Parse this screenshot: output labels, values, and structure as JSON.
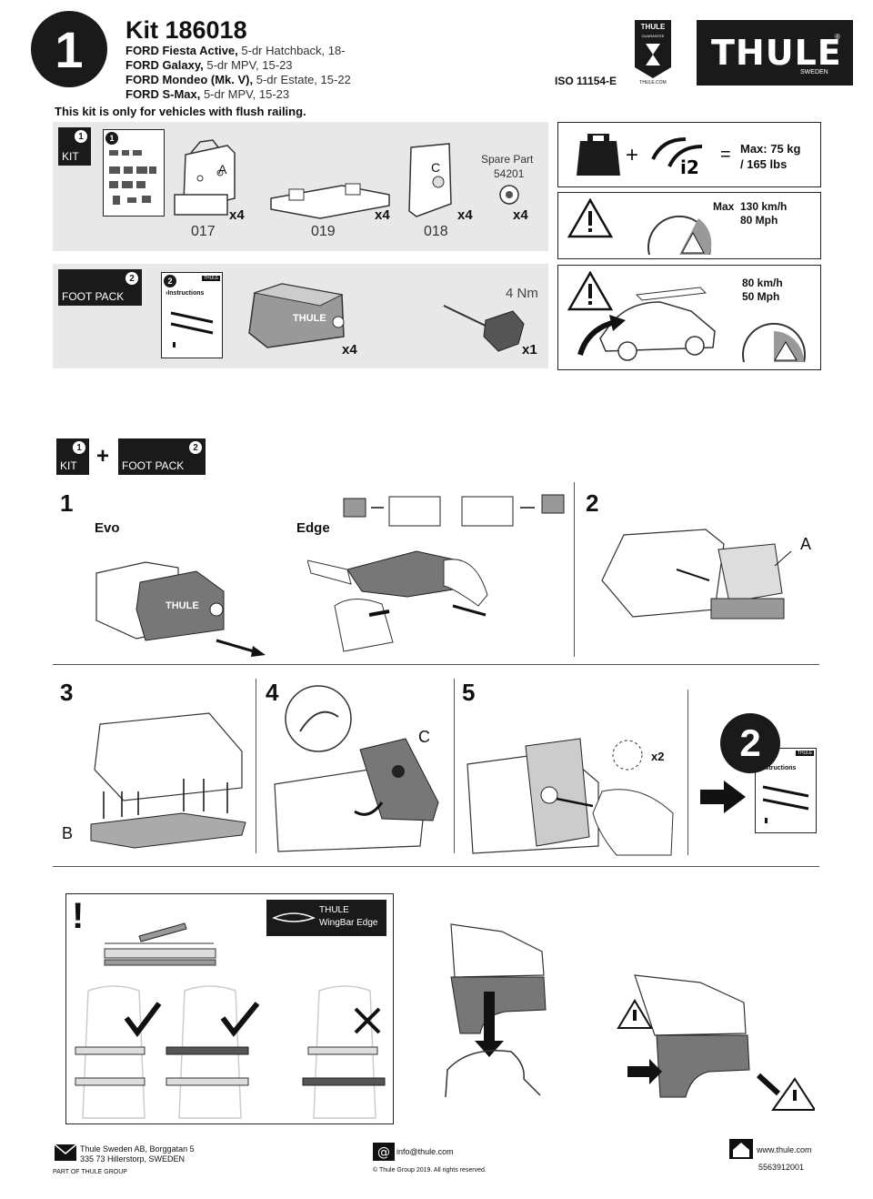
{
  "header": {
    "step_number": "1",
    "kit_title": "Kit 186018",
    "vehicles": [
      {
        "model": "FORD Fiesta Active,",
        "detail": " 5-dr Hatchback, 18-"
      },
      {
        "model": "FORD Galaxy,",
        "detail": " 5-dr MPV, 15-23"
      },
      {
        "model": "FORD Mondeo (Mk. V),",
        "detail": " 5-dr Estate, 15-22"
      },
      {
        "model": "FORD S-Max,",
        "detail": " 5-dr MPV, 15-23"
      }
    ],
    "flush_note": "This kit is only for vehicles with flush railing.",
    "iso": "ISO 11154-E",
    "guarantee_brand": "THULE",
    "guarantee_text": "GUARANTEE",
    "guarantee_url": "THULE.COM",
    "logo_text": "THULE",
    "logo_sub": "SWEDEN",
    "logo_reg": "®"
  },
  "kit_panel": {
    "badge_label": "KIT",
    "badge_num": "1",
    "parts": [
      {
        "letter": "A",
        "qty": "x4",
        "code": "017"
      },
      {
        "letter": "",
        "qty": "x4",
        "code": "019"
      },
      {
        "letter": "C",
        "qty": "x4",
        "code": "018"
      }
    ],
    "spare_label": "Spare Part",
    "spare_code": "54201",
    "spare_qty": "x4"
  },
  "foot_panel": {
    "badge_label": "FOOT PACK",
    "badge_num": "2",
    "instructions_num": "2",
    "instructions_label": "›Instructions",
    "instructions_brand": "THULE",
    "foot_brand": "THULE",
    "foot_qty": "x4",
    "torque": "4 Nm",
    "tool_qty": "x1"
  },
  "specs": {
    "load_text": "Max: 75 kg\n/ 165 lbs",
    "speed_label": "Max",
    "speed_values": "130 km/h\n80 Mph",
    "wash_values": "80 km/h\n50 Mph"
  },
  "combo": {
    "kit_label": "KIT",
    "kit_num": "1",
    "plus": "+",
    "foot_label": "FOOT PACK",
    "foot_num": "2"
  },
  "steps": {
    "s1": "1",
    "evo": "Evo",
    "edge": "Edge",
    "s2": "2",
    "a_label": "A",
    "s3": "3",
    "b_label": "B",
    "s4": "4",
    "c_label": "C",
    "s5": "5",
    "x2": "x2",
    "next_num": "2",
    "next_instr": "›Instructions",
    "next_brand": "THULE",
    "evo_brand": "THULE"
  },
  "warning": {
    "exclaim": "!",
    "wingbar_brand": "THULE",
    "wingbar_model": "WingBar Edge"
  },
  "footer": {
    "address_line1": "Thule Sweden AB, Borggatan 5",
    "address_line2": "335 73 Hillerstorp, SWEDEN",
    "group": "PART OF THULE GROUP",
    "email": "info@thule.com",
    "copyright": "© Thule Group 2019. All rights reserved.",
    "web": "www.thule.com",
    "doc_number": "5563912001"
  }
}
